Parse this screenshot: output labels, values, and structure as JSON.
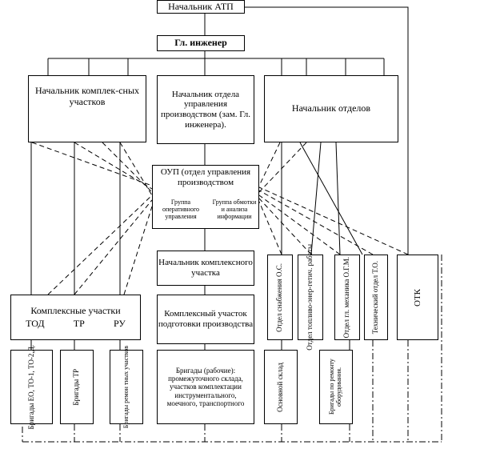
{
  "nodes": {
    "head": "Начальник АТП",
    "chief_engineer": "Гл. инженер",
    "complex_sections_head": "Начальник комплек-сных участков",
    "production_mgmt_head": "Начальник отдела управления производством (зам. Гл. инженера).",
    "departments_head": "Начальник отделов",
    "oup": "ОУП (отдел управления производством",
    "oup_group1": "Группа оперативного управления",
    "oup_group2": "Группа обмотки и анализа информации",
    "complex_section_head": "Начальник комплексного участка",
    "complex_sections_title": "Комплексные участки",
    "tod": "ТОД",
    "tr": "ТР",
    "ru": "РУ",
    "prep_section": "Комплексный участок подготовки производства",
    "supply_dept": "Отдел снабжения О.С.",
    "fuel_dept": "Отдел топливо-энер-гетич. работы",
    "mechanic_dept": "Отдел гл. механика О.Г.М.",
    "tech_dept": "Технический отдел Т.О.",
    "otk": "ОТК",
    "brig_eo": "Бригады ЕО, ТО-1, ТО-2,Д.",
    "brig_tr": "Бригады ТР",
    "brig_repair": "Бригады ремон тных участков",
    "workers": "Бригады (рабочие): промежуточного склада, участков комплектации инструментального, моечного, транспортного",
    "main_warehouse": "Основной склад",
    "brig_equipment": "Бригады по ремонту оборудования."
  }
}
